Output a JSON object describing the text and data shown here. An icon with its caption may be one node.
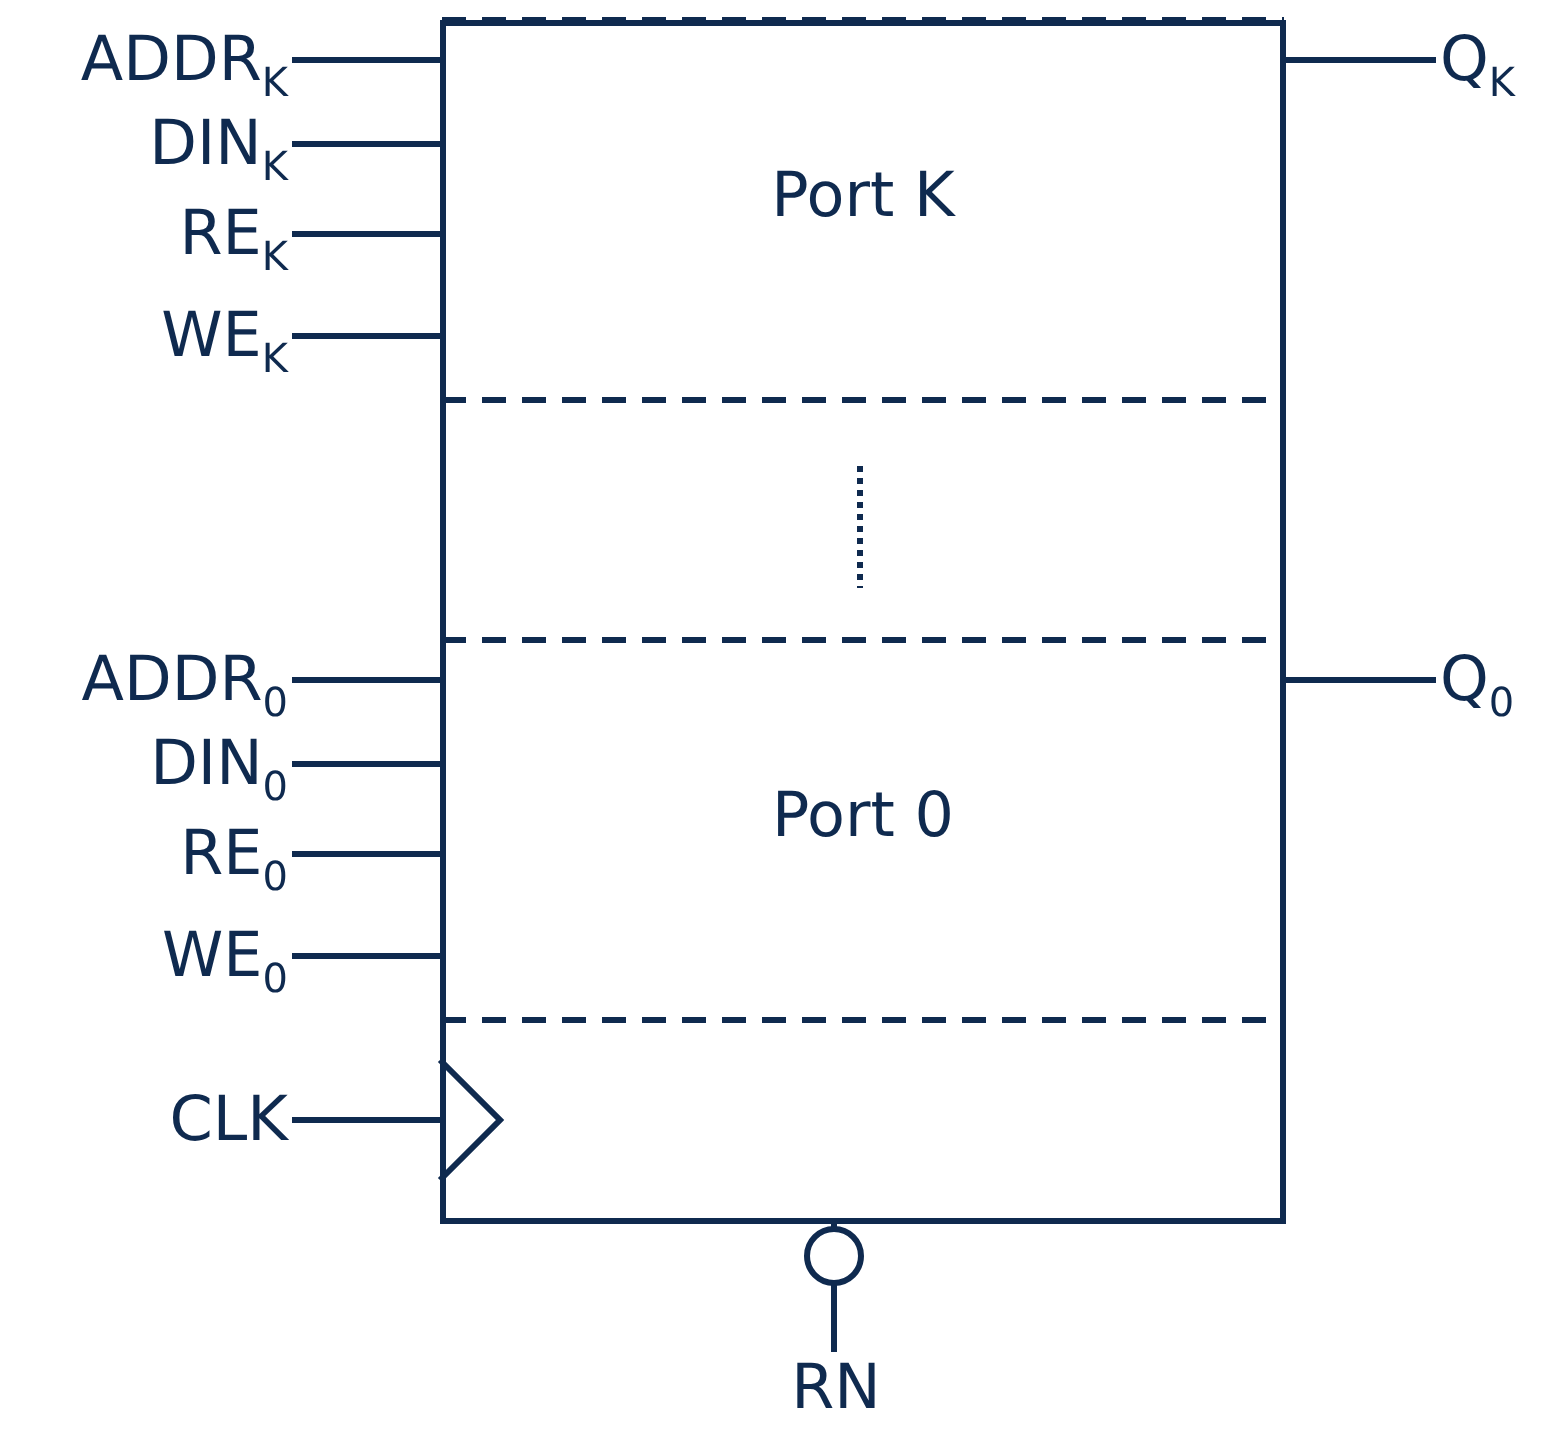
{
  "diagram": {
    "nodes": [
      {
        "text": [],
        "shape": "box"
      },
      {
        "text": [
          "Port K"
        ],
        "in": 0
      },
      {
        "text": [
          "Port 0"
        ],
        "in": 0
      },
      {
        "text": [
          "ADDR$_{K}$"
        ]
      },
      {
        "text": [
          "DIN$_{K}$"
        ]
      },
      {
        "text": [
          "RE$_{K}$"
        ]
      },
      {
        "text": [
          "WE$_{K}$"
        ]
      },
      {
        "text": [
          "ADDR$_{0}$"
        ]
      },
      {
        "text": [
          "DIN$_{0}$"
        ]
      },
      {
        "text": [
          "RE$_{0}$"
        ]
      },
      {
        "text": [
          "WE$_{0}$"
        ]
      },
      {
        "text": [
          "CLK"
        ]
      },
      {
        "text": [
          "Q$_{K}$"
        ]
      },
      {
        "text": [
          "Q$_{0}$"
        ]
      },
      {
        "text": [
          "RN"
        ]
      }
    ],
    "edges": [
      {
        "from": 3,
        "to": 0,
        "arrow": "none"
      },
      {
        "from": 4,
        "to": 0,
        "arrow": "none"
      },
      {
        "from": 5,
        "to": 0,
        "arrow": "none"
      },
      {
        "from": 6,
        "to": 0,
        "arrow": "none"
      },
      {
        "from": 7,
        "to": 0,
        "arrow": "none"
      },
      {
        "from": 8,
        "to": 0,
        "arrow": "none"
      },
      {
        "from": 9,
        "to": 0,
        "arrow": "none"
      },
      {
        "from": 10,
        "to": 0,
        "arrow": "none"
      },
      {
        "from": 11,
        "to": 0,
        "arrow": "none"
      },
      {
        "from": 0,
        "to": 12,
        "arrow": "none"
      },
      {
        "from": 0,
        "to": 13,
        "arrow": "none"
      },
      {
        "from": 14,
        "to": 0,
        "arrow": "other"
      }
    ]
  }
}
